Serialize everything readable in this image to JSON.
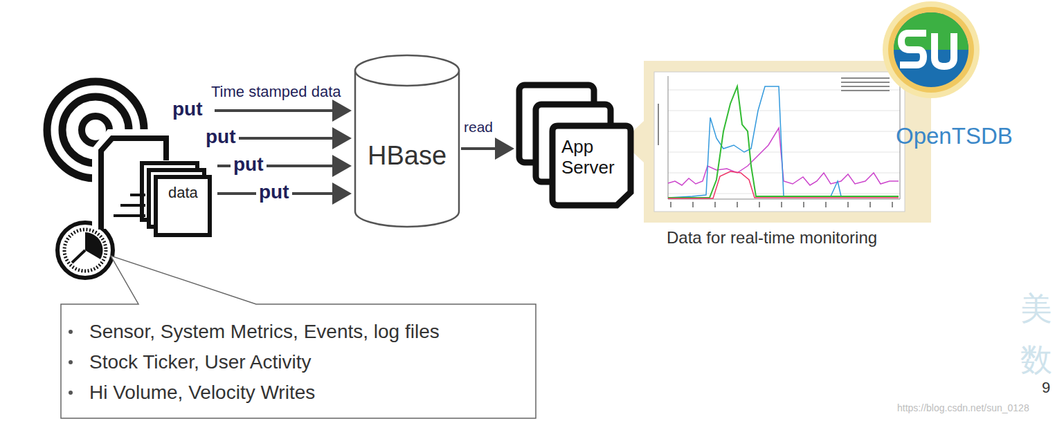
{
  "diagram": {
    "nodes": [
      {
        "text": [
          "data"
        ]
      },
      {
        "text": [
          "HBase"
        ]
      },
      {
        "text": [
          "App Server"
        ]
      },
      {
        "text": [
          "Sensor, System Metrics, Events, log files",
          "Stock Ticker, User Activity",
          "Hi Volume, Velocity Writes"
        ]
      }
    ],
    "edges": [
      {
        "from": 0,
        "to": 1,
        "label": "put",
        "arrow": "to"
      },
      {
        "from": 0,
        "to": 1,
        "label": "put",
        "arrow": "to"
      },
      {
        "from": 0,
        "to": 1,
        "label": "put",
        "arrow": "to"
      },
      {
        "from": 0,
        "to": 1,
        "label": "put",
        "arrow": "to"
      },
      {
        "from": 1,
        "to": 2,
        "label": "read",
        "arrow": "to"
      }
    ],
    "labels": [
      "Time stamped data",
      "OpenTSDB",
      "Data for real-time monitoring",
      "美数",
      "9",
      "https://blog.csdn.net/sun_0128"
    ]
  }
}
